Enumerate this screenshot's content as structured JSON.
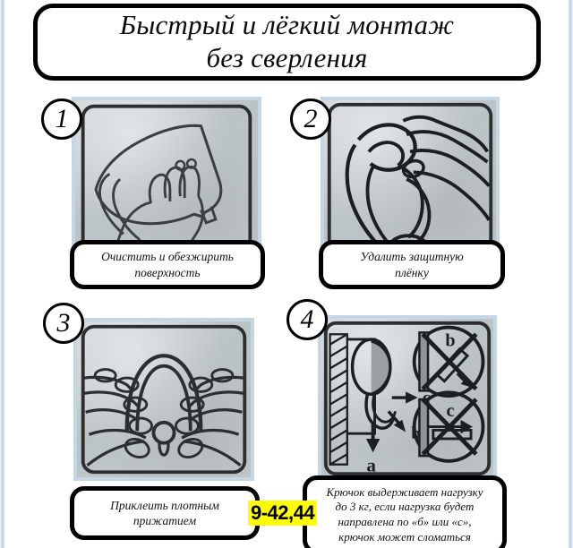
{
  "title": {
    "line1": "Быстрый и лёгкий монтаж",
    "line2": "без сверления"
  },
  "highlight": {
    "text": "9-42,44",
    "background_color": "#ffff00",
    "text_color": "#000000"
  },
  "colors": {
    "photo_background": "#bfc6c9",
    "photo_border": "#c4d6e4",
    "outline": "#000000",
    "page_edge": "#b9cfe0"
  },
  "steps": [
    {
      "number": "1",
      "caption_line1": "Очистить и обезжирить",
      "caption_line2": "поверхность",
      "illustration": "hand-wiping-surface-with-cloth"
    },
    {
      "number": "2",
      "caption_line1": "Удалить защитную",
      "caption_line2": "плёнку",
      "illustration": "hands-peeling-protective-film"
    },
    {
      "number": "3",
      "caption_line1": "Приклеить плотным",
      "caption_line2": "прижатием",
      "illustration": "fingers-pressing-hook-onto-wall"
    },
    {
      "number": "4",
      "caption_line1": "Крючок выдерживает нагрузку",
      "caption_line2": "до 3 кг, если нагрузка будет",
      "caption_line3": "направлена по «б» или «с»,",
      "caption_line4": "крючок может сломаться",
      "illustration": "hook-load-direction-diagram",
      "diagram_labels": {
        "a": "a",
        "b": "b",
        "c": "c",
        "b_circle": "b",
        "c_circle": "c"
      }
    }
  ]
}
